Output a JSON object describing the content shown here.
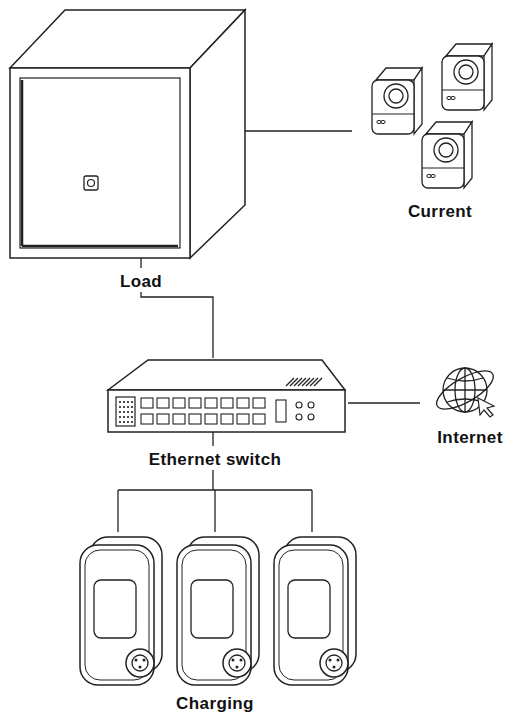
{
  "diagram": {
    "nodes": [
      {
        "text": [
          "Load"
        ]
      },
      {
        "text": [
          "Current"
        ]
      },
      {
        "text": [
          "Ethernet switch"
        ]
      },
      {
        "text": [
          "Internet"
        ]
      },
      {
        "text": [
          "Charging"
        ]
      }
    ],
    "edges": [
      {
        "from": 0,
        "to": 1,
        "arrow": "none"
      },
      {
        "from": 0,
        "to": 2,
        "arrow": "none"
      },
      {
        "from": 2,
        "to": 3,
        "arrow": "none"
      },
      {
        "from": 2,
        "to": 4,
        "arrow": "none"
      }
    ]
  }
}
